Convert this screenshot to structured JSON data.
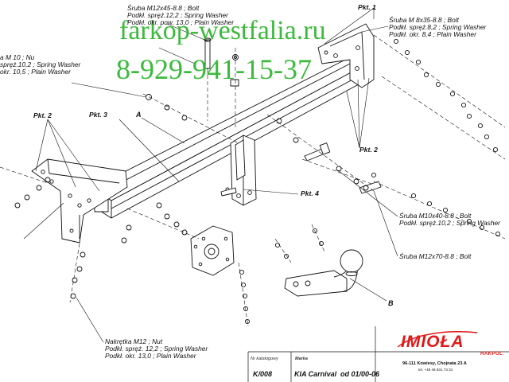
{
  "watermark": {
    "site": "farkop-westfalia.ru",
    "phone": "8-929-941-15-37",
    "color": "#2bb52b"
  },
  "callouts": {
    "bolt_m12x45": [
      "Śruba M12x45-8.8 ;  Bolt",
      "Podkł. spręż.12,2 ; Spring Washer",
      "Podkł. okr. pow. 13,0 ; Plain Washer"
    ],
    "bolt_m8x35": [
      "Śruba M 8x35-8.8 ;  Bolt",
      "Podkł. spręż.8,2 ; Spring Washer",
      "Podkł. okr. 8,4 ; Plain Washer"
    ],
    "nut_m10": [
      "a  M 10 ; Nu",
      "spręż.10,2 ; Spring Washer",
      "okr. 10,5 ; Plain Washer"
    ],
    "bolt_m10x40": [
      "Śruba M10x40-8.8 ;  Bolt",
      "Podkł. spręż.10,2 ; Spring Washer"
    ],
    "bolt_m12x70": "Śruba M12x70-8.8 ;  Bolt",
    "nut_m12": [
      "Nakrętka  M12 ; Nut",
      "Podkł. spręż. 12,2 ; Spring Washer",
      "Podkł. okr. 13,0 ; Plain Washer"
    ]
  },
  "parts": {
    "pkt1": "Pkt. 1",
    "pkt2_left": "Pkt. 2",
    "pkt2_right": "Pkt. 2",
    "pkt3": "Pkt. 3",
    "pkt4": "Pkt. 4",
    "part_a": "A",
    "part_b": "B"
  },
  "footer": {
    "catalog_label": "Nr katalogowy",
    "catalog_value": "K/008",
    "brand_label": "Marka",
    "brand_value": "KIA Carnival",
    "date_value": "od 01/00-06"
  },
  "logo": {
    "name": "IMIOŁA",
    "sub": "HAKPOL",
    "address": "96-111 Kowiesy, Chojnata 23 A",
    "phone": "tel. +48 46 831 73 31",
    "color": "#e01818"
  }
}
